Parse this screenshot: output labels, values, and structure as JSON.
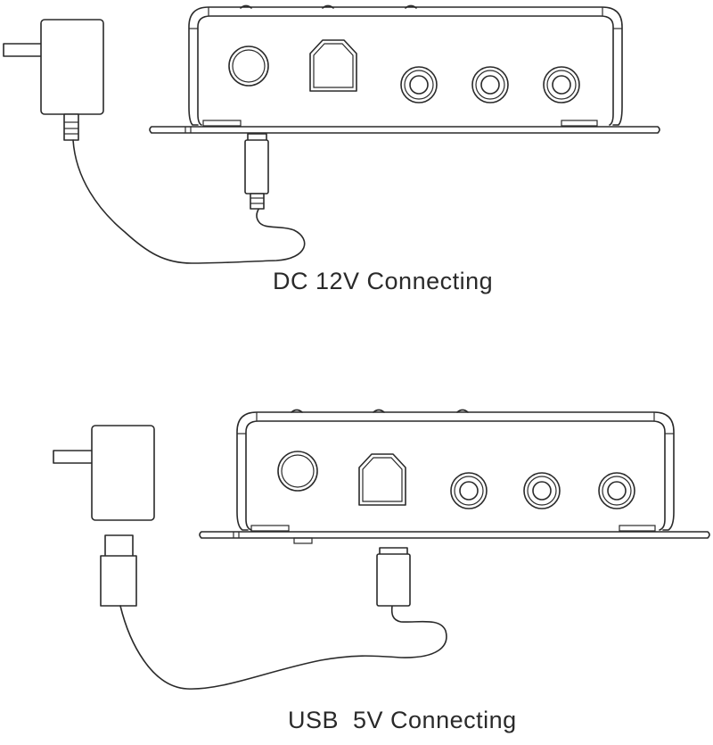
{
  "diagram": {
    "sections": [
      {
        "id": "dc",
        "caption": "DC 12V Connecting",
        "components": [
          "wall-adapter",
          "dc-barrel-plug",
          "amplifier-rear-panel"
        ],
        "panel_ports": [
          "power-jack",
          "optical-input",
          "rca-jack",
          "rca-jack",
          "rca-jack"
        ]
      },
      {
        "id": "usb",
        "caption": "USB  5V Connecting",
        "components": [
          "usb-wall-adapter",
          "usb-plug",
          "amplifier-rear-panel"
        ],
        "panel_ports": [
          "power-jack",
          "optical-input",
          "rca-jack",
          "rca-jack",
          "rca-jack"
        ]
      }
    ],
    "colors": {
      "line": "#2a2a2a",
      "background": "#ffffff"
    }
  }
}
